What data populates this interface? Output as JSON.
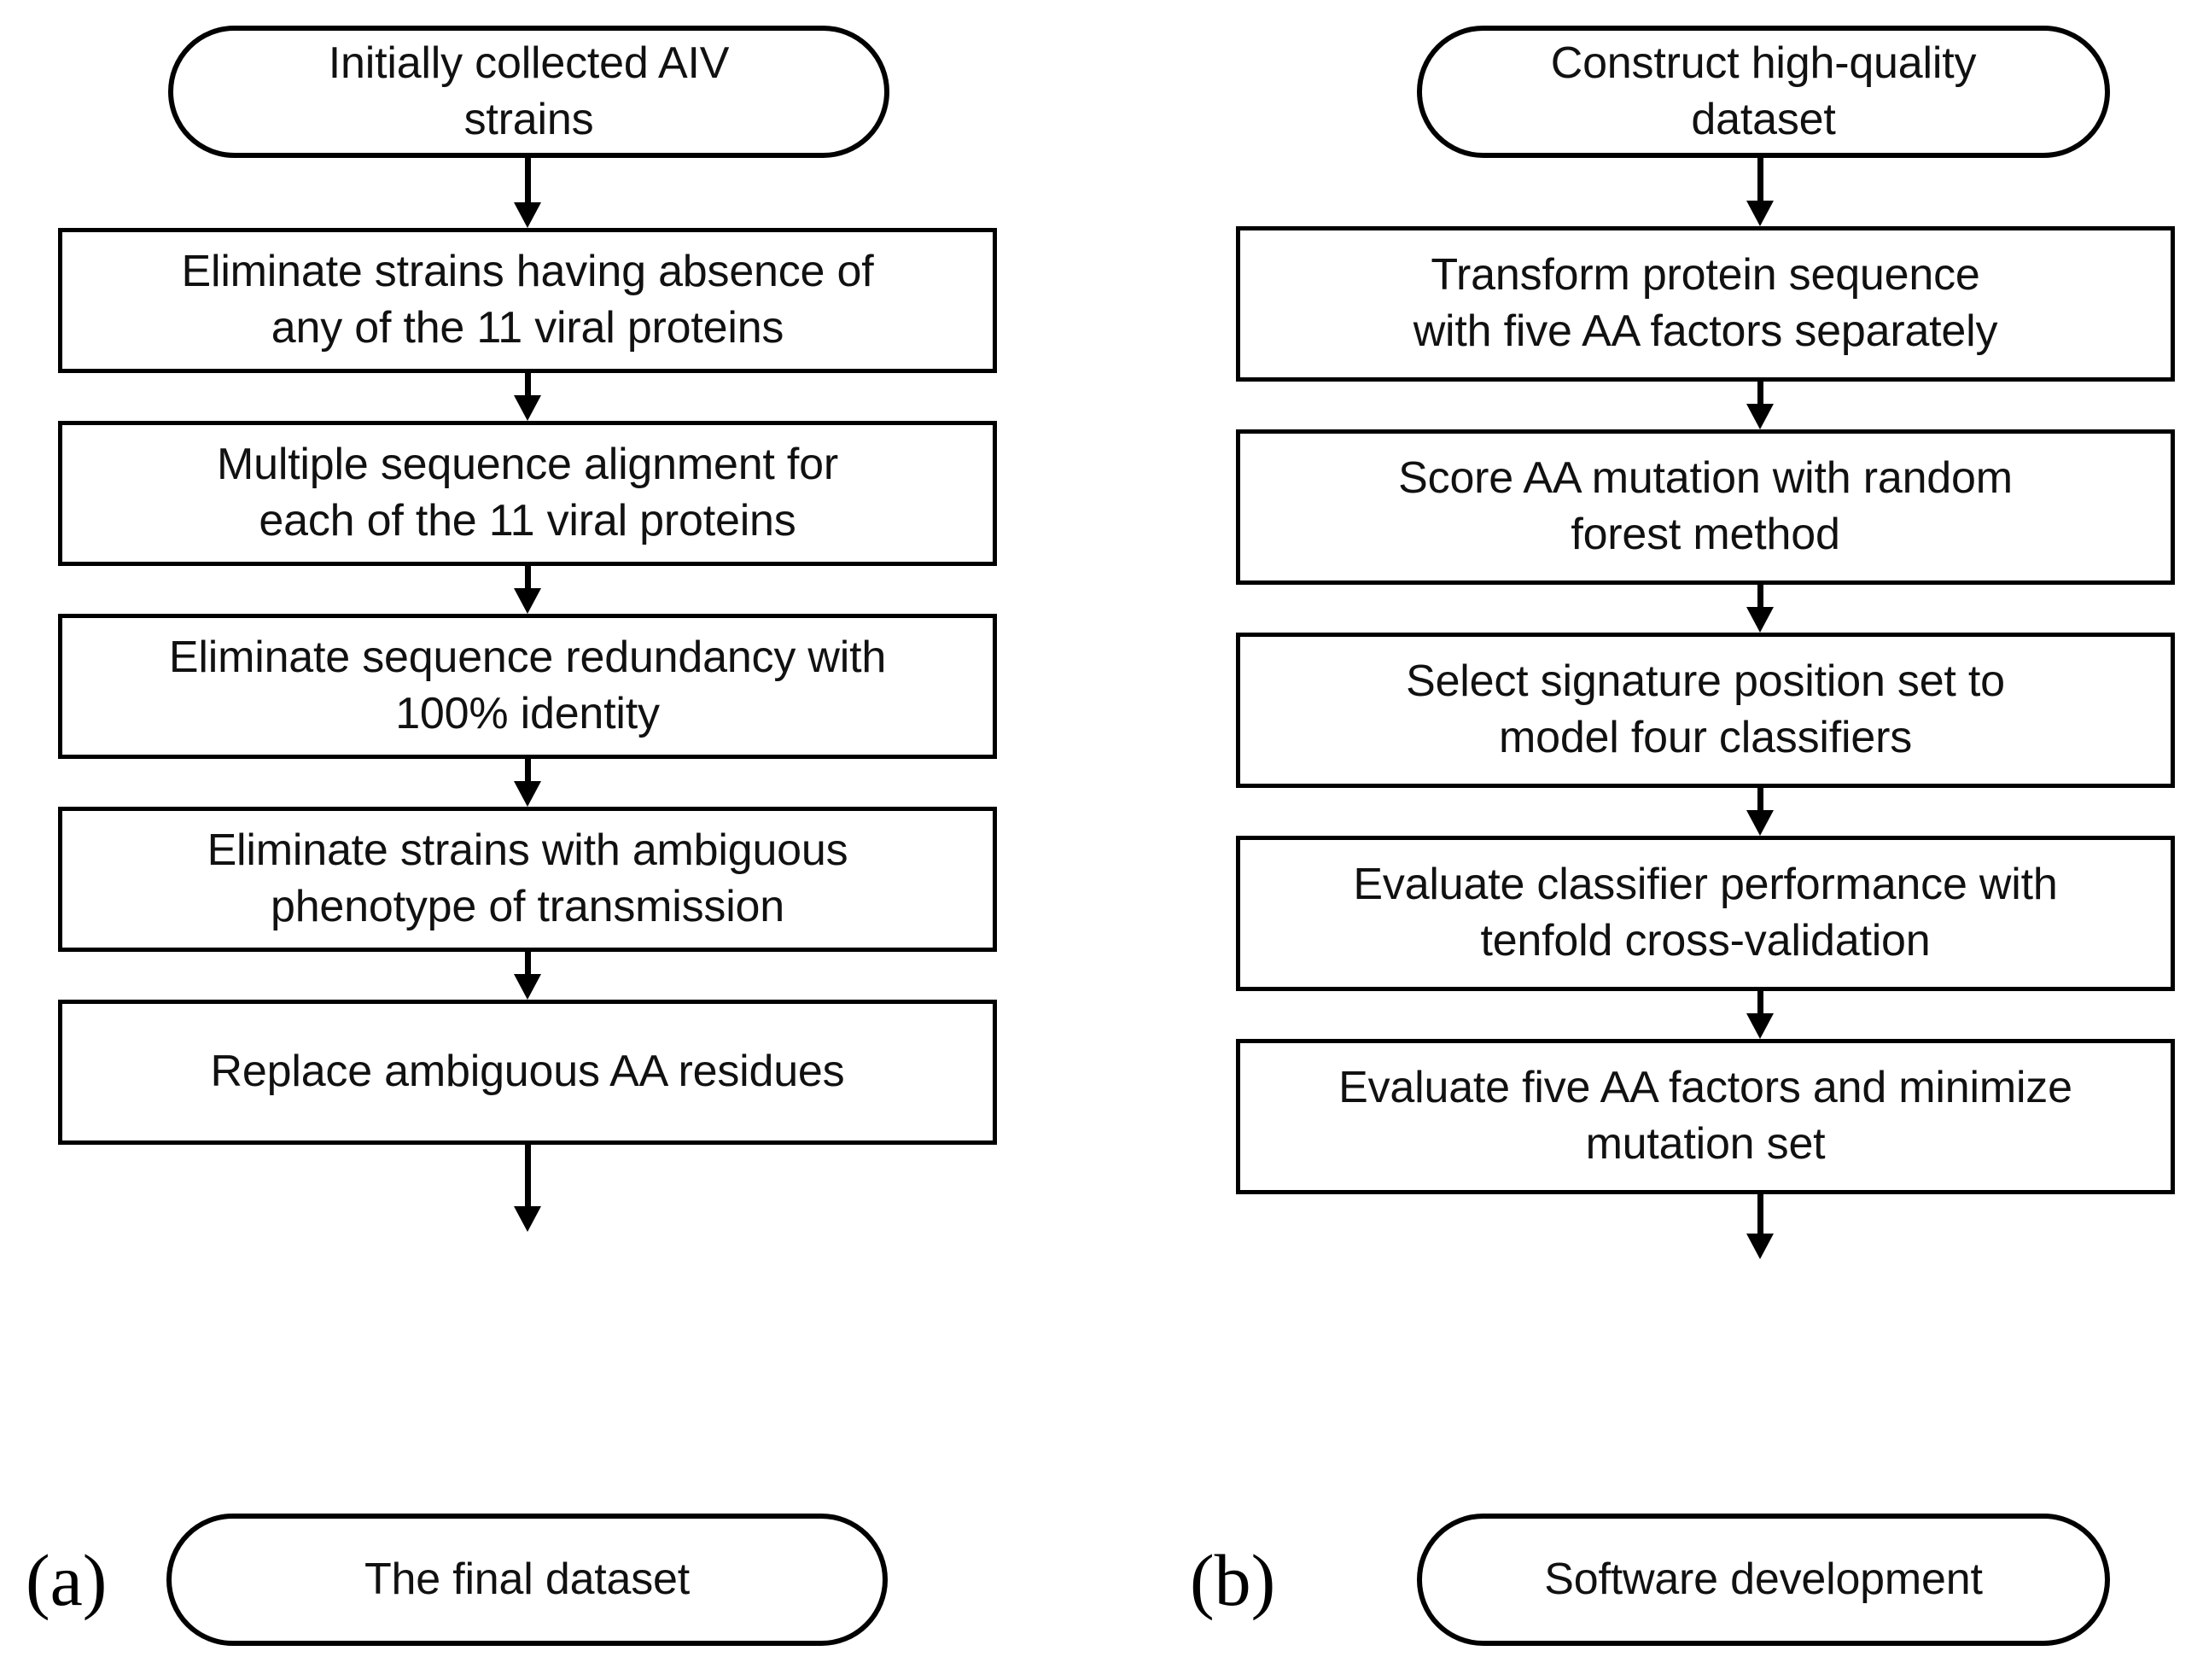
{
  "figure": {
    "type": "flowchart",
    "panels": [
      {
        "id": "a",
        "caption": "(a)",
        "nodes": [
          {
            "id": "a1",
            "shape": "terminal",
            "label": "Initially collected AIV\nstrains"
          },
          {
            "id": "a2",
            "shape": "process",
            "label": "Eliminate strains having absence of\nany of the 11 viral proteins"
          },
          {
            "id": "a3",
            "shape": "process",
            "label": "Multiple sequence alignment for\neach of the 11 viral proteins"
          },
          {
            "id": "a4",
            "shape": "process",
            "label": "Eliminate sequence redundancy with\n100% identity"
          },
          {
            "id": "a5",
            "shape": "process",
            "label": "Eliminate strains with ambiguous\nphenotype of transmission"
          },
          {
            "id": "a6",
            "shape": "process",
            "label": "Replace ambiguous AA residues"
          },
          {
            "id": "a7",
            "shape": "terminal",
            "label": "The final dataset"
          }
        ],
        "edges": [
          {
            "from": "a1",
            "to": "a2"
          },
          {
            "from": "a2",
            "to": "a3"
          },
          {
            "from": "a3",
            "to": "a4"
          },
          {
            "from": "a4",
            "to": "a5"
          },
          {
            "from": "a5",
            "to": "a6"
          },
          {
            "from": "a6",
            "to": "a7"
          }
        ]
      },
      {
        "id": "b",
        "caption": "(b)",
        "nodes": [
          {
            "id": "b1",
            "shape": "terminal",
            "label": "Construct high-quality\ndataset"
          },
          {
            "id": "b2",
            "shape": "process",
            "label": "Transform protein sequence\nwith five AA factors separately"
          },
          {
            "id": "b3",
            "shape": "process",
            "label": "Score AA mutation with random\nforest method"
          },
          {
            "id": "b4",
            "shape": "process",
            "label": "Select signature position set to\nmodel four classifiers"
          },
          {
            "id": "b5",
            "shape": "process",
            "label": "Evaluate classifier performance with\ntenfold cross-validation"
          },
          {
            "id": "b6",
            "shape": "process",
            "label": "Evaluate five AA factors and minimize\nmutation set"
          },
          {
            "id": "b7",
            "shape": "terminal",
            "label": "Software development"
          }
        ],
        "edges": [
          {
            "from": "b1",
            "to": "b2"
          },
          {
            "from": "b2",
            "to": "b3"
          },
          {
            "from": "b3",
            "to": "b4"
          },
          {
            "from": "b4",
            "to": "b5"
          },
          {
            "from": "b5",
            "to": "b6"
          },
          {
            "from": "b6",
            "to": "b7"
          }
        ]
      }
    ],
    "colors": {
      "stroke": "#000000",
      "fill": "#ffffff",
      "text": "#111111"
    }
  }
}
